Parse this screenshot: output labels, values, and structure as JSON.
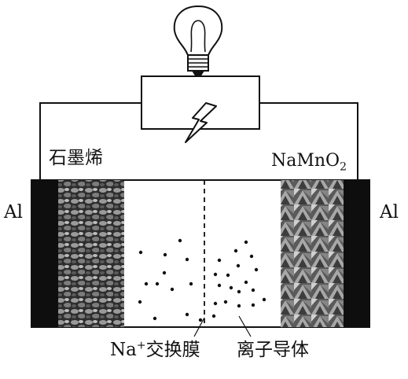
{
  "diagram": {
    "title": "",
    "labels": {
      "anode_material": "石墨烯",
      "cathode_material": {
        "base": "NaMnO",
        "subscript": "2"
      },
      "left_electrode": "Al",
      "right_electrode": "Al",
      "membrane": {
        "ion": "Na",
        "charge": "+",
        "text": "交换膜"
      },
      "conductor": "离子导体"
    },
    "icons": {
      "bulb": "light-bulb-icon",
      "spark": "lightning-bolt-icon"
    },
    "colors": {
      "ink": "#111111",
      "collector": "#0e0e0e",
      "anode_texture": "#3a3a3a",
      "cathode_texture": "#555555",
      "electrolyte": "#ffffff"
    }
  }
}
